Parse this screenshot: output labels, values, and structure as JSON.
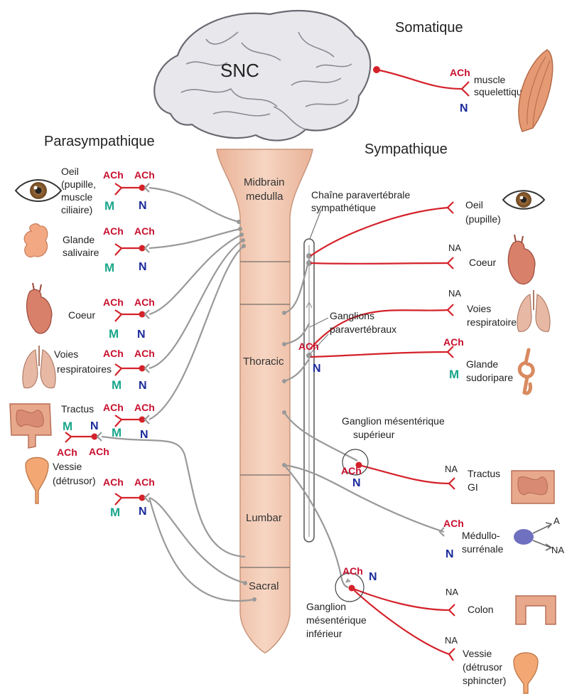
{
  "headers": {
    "cns": "SNC",
    "somatic": "Somatique",
    "parasympathetic": "Parasympathique",
    "sympathetic": "Sympathique"
  },
  "spinal_segments": {
    "midbrain_l1": "Midbrain",
    "midbrain_l2": "medulla",
    "thoracic": "Thoracic",
    "lumbar": "Lumbar",
    "sacral": "Sacral"
  },
  "somatic": {
    "neurotransmitter": "ACh",
    "receptor": "N",
    "target_l1": "muscle",
    "target_l2": "squelettique"
  },
  "parasympathetic_targets": {
    "eye": [
      "Oeil",
      "(pupille,",
      "muscle",
      "ciliaire)"
    ],
    "salivary": [
      "Glande",
      "salivaire"
    ],
    "heart": [
      "Coeur"
    ],
    "airways": [
      "Voies",
      "respiratoires"
    ],
    "tract": [
      "Tractus"
    ],
    "bladder": [
      "Vessie",
      "(détrusor)"
    ]
  },
  "sympathetic_targets": {
    "eye": [
      "Oeil",
      "(pupille)"
    ],
    "heart": [
      "Coeur"
    ],
    "airways": [
      "Voies",
      "respiratoires"
    ],
    "sweat": [
      "Glande",
      "sudoripare"
    ],
    "gi": [
      "Tractus",
      "GI"
    ],
    "adrenal": [
      "Médullo-",
      "surrénale"
    ],
    "colon": [
      "Colon"
    ],
    "bladder": [
      "Vessie",
      "(détrusor",
      "sphincter)"
    ]
  },
  "ganglia": {
    "chain_l1": "Chaîne paravertébrale",
    "chain_l2": "sympathétique",
    "paravert_l1": "Ganglions",
    "paravert_l2": "paravertébraux",
    "superior_l1": "Ganglion mésentérique",
    "superior_l2": "supérieur",
    "inferior_l1": "Ganglion",
    "inferior_l2": "mésentérique",
    "inferior_l3": "inférieur"
  },
  "transmitters": {
    "ach": "ACh",
    "na": "NA",
    "m": "M",
    "n": "N",
    "a": "A"
  },
  "colors": {
    "spine": "#f1c7b0",
    "preganglionic_gray": "#999999",
    "fiber_red": "#d4222a",
    "ach_red": "#c8102e",
    "m_green": "#1aa68a",
    "n_blue": "#1a2a9a",
    "adrenal_purple": "#7070c0"
  }
}
